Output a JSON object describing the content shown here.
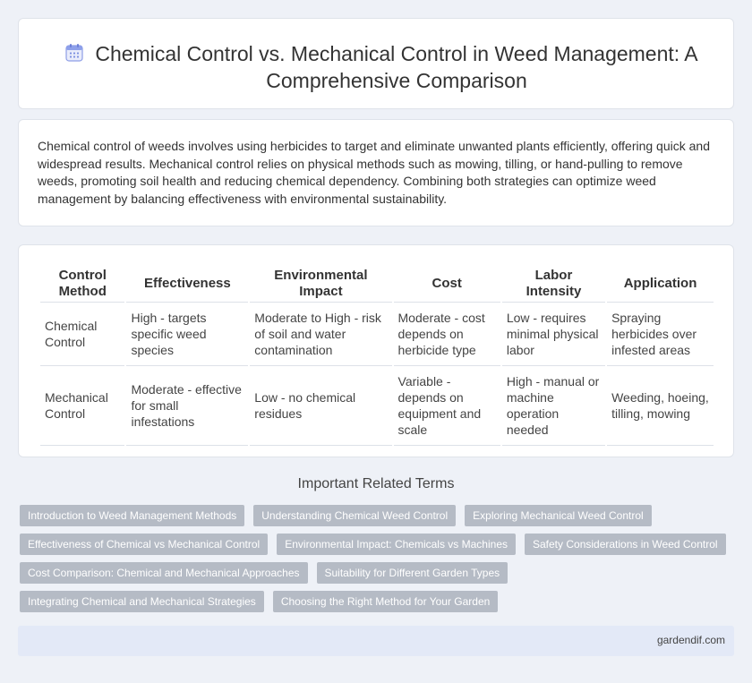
{
  "header": {
    "title": "Chemical Control vs. Mechanical Control in Weed Management: A Comprehensive Comparison",
    "icon": "calendar-icon",
    "icon_color": "#7b8fe0"
  },
  "intro": {
    "text": "Chemical control of weeds involves using herbicides to target and eliminate unwanted plants efficiently, offering quick and widespread results. Mechanical control relies on physical methods such as mowing, tilling, or hand-pulling to remove weeds, promoting soil health and reducing chemical dependency. Combining both strategies can optimize weed management by balancing effectiveness with environmental sustainability."
  },
  "table": {
    "headers": [
      "Control Method",
      "Effectiveness",
      "Environmental Impact",
      "Cost",
      "Labor Intensity",
      "Application"
    ],
    "rows": [
      [
        "Chemical Control",
        "High - targets specific weed species",
        "Moderate to High - risk of soil and water contamination",
        "Moderate - cost depends on herbicide type",
        "Low - requires minimal physical labor",
        "Spraying herbicides over infested areas"
      ],
      [
        "Mechanical Control",
        "Moderate - effective for small infestations",
        "Low - no chemical residues",
        "Variable - depends on equipment and scale",
        "High - manual or machine operation needed",
        "Weeding, hoeing, tilling, mowing"
      ]
    ]
  },
  "related": {
    "heading": "Important Related Terms",
    "rows": [
      [
        "Introduction to Weed Management Methods",
        "Understanding Chemical Weed Control",
        "Exploring Mechanical Weed Control"
      ],
      [
        "Effectiveness of Chemical vs Mechanical Control",
        "Environmental Impact: Chemicals vs Machines",
        "Safety Considerations in Weed Control"
      ],
      [
        "Cost Comparison: Chemical and Mechanical Approaches",
        "Suitability for Different Garden Types"
      ],
      [
        "Integrating Chemical and Mechanical Strategies",
        "Choosing the Right Method for Your Garden"
      ]
    ],
    "tag_color": "#b5bbc5"
  },
  "footer": {
    "site": "gardendif.com"
  }
}
